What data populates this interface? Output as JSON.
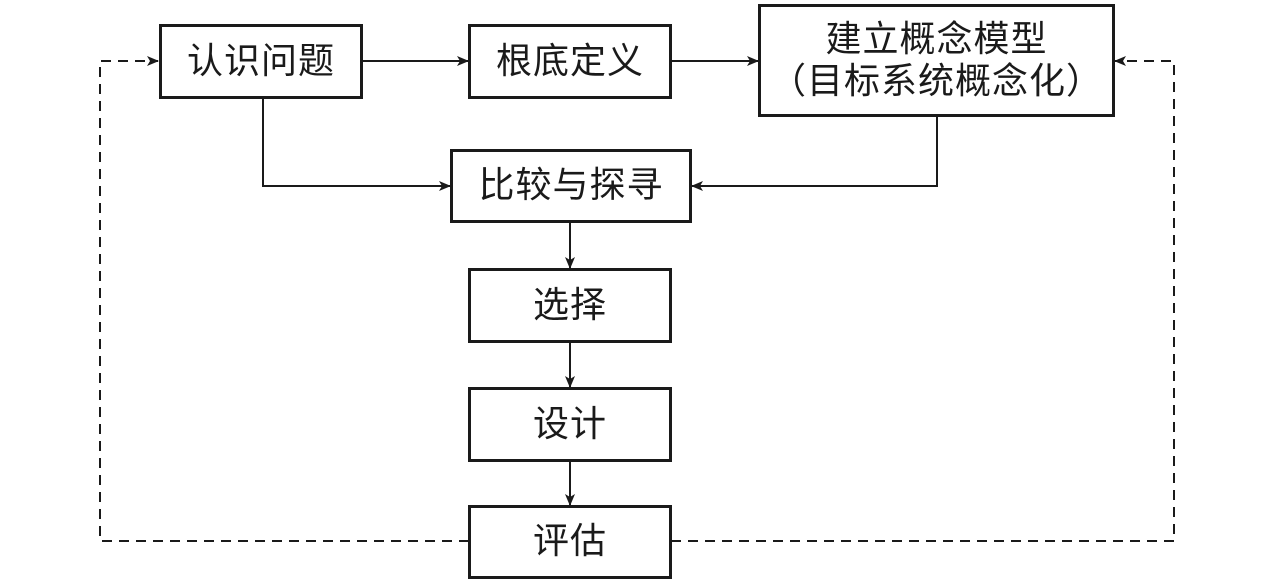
{
  "nodes": {
    "recognize": "认识问题",
    "root_definition": "根底定义",
    "model_line1": "建立概念模型",
    "model_line2": "（目标系统概念化）",
    "compare": "比较与探寻",
    "select": "选择",
    "design": "设计",
    "evaluate": "评估"
  },
  "colors": {
    "line": "#1a1a1a",
    "background": "#ffffff"
  }
}
